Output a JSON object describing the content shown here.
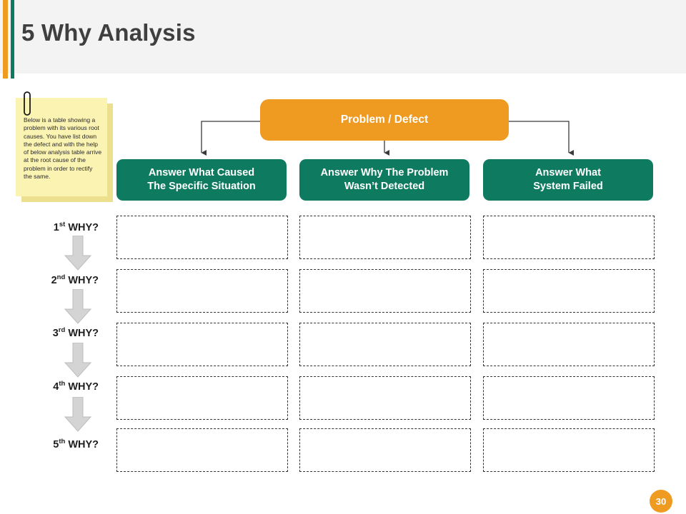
{
  "slide": {
    "title": "5 Why Analysis",
    "page_number": "30",
    "accent_orange": "#EF9A20",
    "accent_green": "#0E7B60",
    "header_bg": "#F3F3F3"
  },
  "note": {
    "text": "Below is a table showing a problem with its various root causes.  You have list down the defect and with the help of below analysis table arrive at the root cause of the problem in order to rectify the same.",
    "bg": "#FBF3B2"
  },
  "problem": {
    "label": "Problem / Defect"
  },
  "columns": [
    {
      "id": "col-1",
      "line1": "Answer What Caused",
      "line2": "The Specific Situation"
    },
    {
      "id": "col-2",
      "line1": "Answer Why The Problem",
      "line2": "Wasn’t Detected"
    },
    {
      "id": "col-3",
      "line1": "Answer What",
      "line2": "System Failed"
    }
  ],
  "rows": [
    {
      "ordinal": "1",
      "suffix": "st",
      "label": "WHY?",
      "cells": [
        "",
        "",
        ""
      ]
    },
    {
      "ordinal": "2",
      "suffix": "nd",
      "label": "WHY?",
      "cells": [
        "",
        "",
        ""
      ]
    },
    {
      "ordinal": "3",
      "suffix": "rd",
      "label": "WHY?",
      "cells": [
        "",
        "",
        ""
      ]
    },
    {
      "ordinal": "4",
      "suffix": "th",
      "label": "WHY?",
      "cells": [
        "",
        "",
        ""
      ]
    },
    {
      "ordinal": "5",
      "suffix": "th",
      "label": "WHY?",
      "cells": [
        "",
        "",
        ""
      ]
    }
  ],
  "icons": {
    "paperclip": "paperclip-icon",
    "down_arrow": "down-arrow-icon"
  }
}
